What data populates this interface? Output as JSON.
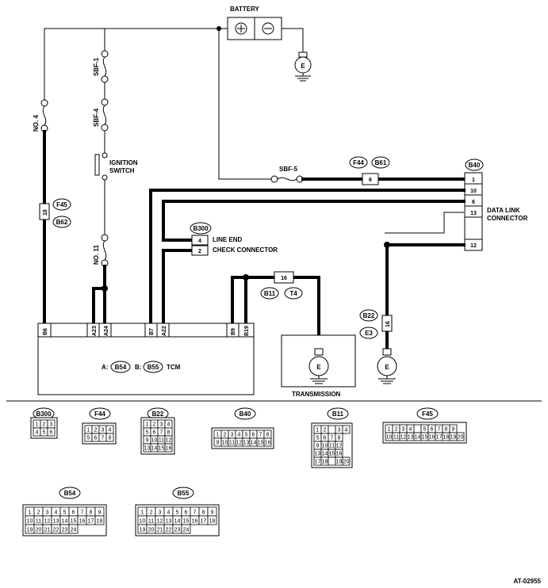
{
  "labels": {
    "battery": "BATTERY",
    "sbf1": "SBF-1",
    "sbf4": "SBF-4",
    "sbf5": "SBF-5",
    "no4": "NO. 4",
    "no11": "NO. 11",
    "ignition_switch_l1": "IGNITION",
    "ignition_switch_l2": "SWITCH",
    "data_link_l1": "DATA LINK",
    "data_link_l2": "CONNECTOR",
    "line_end_l1": "LINE END",
    "line_end_l2": "CHECK CONNECTOR",
    "transmission": "TRANSMISSION",
    "tcm_a": "A:",
    "tcm_b": "B:",
    "tcm": "TCM",
    "ground": "E",
    "figure_id": "AT-02955",
    "plus": "+",
    "minus": "−"
  },
  "connectors": {
    "f45": "F45",
    "b62": "B62",
    "f44": "F44",
    "b61": "B61",
    "b40": "B40",
    "b300": "B300",
    "b11": "B11",
    "t4": "T4",
    "b22": "B22",
    "e3": "E3",
    "b54": "B54",
    "b55": "B55"
  },
  "pins": {
    "f45_pin": "18",
    "f44_pin": "6",
    "b11_pin": "16",
    "b22_pin": "16",
    "b40_1": "1",
    "b40_10": "10",
    "b40_6": "6",
    "b40_13": "13",
    "b40_12": "12",
    "b300_4": "4",
    "b300_2": "2",
    "tcm_b6": "B6",
    "tcm_a23": "A23",
    "tcm_a24": "A24",
    "tcm_b7": "B7",
    "tcm_a22": "A22",
    "tcm_b9": "B9",
    "tcm_b19": "B19"
  },
  "connector_faces": {
    "b300": {
      "label": "B300",
      "rows": [
        [
          "1",
          "2",
          "3"
        ],
        [
          "4",
          "5",
          "6"
        ]
      ]
    },
    "f44": {
      "label": "F44",
      "rows": [
        [
          "1",
          "2",
          "3",
          "4"
        ],
        [
          "5",
          "6",
          "7",
          "8"
        ]
      ]
    },
    "b22": {
      "label": "B22",
      "rows": [
        [
          "1",
          "2",
          "3",
          "4"
        ],
        [
          "5",
          "6",
          "7",
          "8"
        ],
        [
          "9",
          "10",
          "11",
          "12"
        ],
        [
          "13",
          "14",
          "15",
          "16"
        ]
      ]
    },
    "b40": {
      "label": "B40",
      "rows": [
        [
          "1",
          "2",
          "3",
          "4",
          "5",
          "6",
          "7",
          "8"
        ],
        [
          "9",
          "10",
          "11",
          "12",
          "13",
          "14",
          "15",
          "16"
        ]
      ]
    },
    "b11": {
      "label": "B11",
      "rows": [
        [
          "1",
          "2",
          "",
          "3",
          "4"
        ],
        [
          "5",
          "6",
          "7",
          "8"
        ],
        [
          "9",
          "10",
          "11",
          "12"
        ],
        [
          "13",
          "14",
          "15",
          "16"
        ],
        [
          "17",
          "18",
          "",
          "19",
          "20"
        ]
      ]
    },
    "f45": {
      "label": "F45",
      "rows": [
        [
          "1",
          "2",
          "3",
          "4",
          "",
          "5",
          "6",
          "7",
          "8",
          "9"
        ],
        [
          "10",
          "11",
          "12",
          "13",
          "14",
          "15",
          "16",
          "17",
          "18",
          "19",
          "20"
        ]
      ]
    },
    "b54": {
      "label": "B54",
      "rows": [
        [
          "1",
          "2",
          "3",
          "4",
          "5",
          "6",
          "7",
          "8",
          "9"
        ],
        [
          "10",
          "11",
          "12",
          "13",
          "14",
          "15",
          "16",
          "17",
          "18"
        ],
        [
          "19",
          "20",
          "21",
          "22",
          "23",
          "24"
        ]
      ]
    },
    "b55": {
      "label": "B55",
      "rows": [
        [
          "1",
          "2",
          "3",
          "4",
          "5",
          "6",
          "7",
          "8",
          "9"
        ],
        [
          "10",
          "11",
          "12",
          "13",
          "14",
          "15",
          "16",
          "17",
          "18"
        ],
        [
          "19",
          "20",
          "21",
          "22",
          "23",
          "24"
        ]
      ]
    }
  }
}
